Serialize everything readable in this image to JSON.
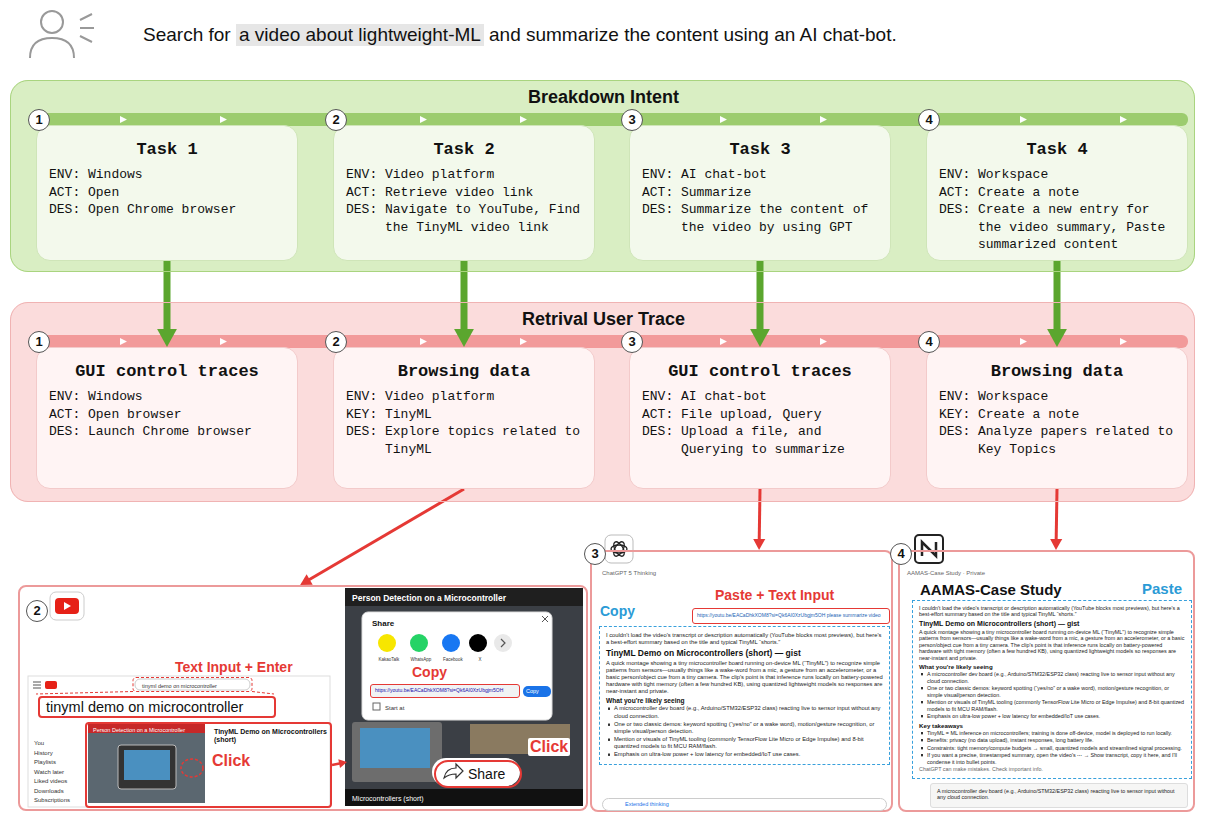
{
  "diagram": {
    "nodes": [
      {
        "text": [
          "Breakdown Intent"
        ]
      },
      {
        "text": [
          "Task 1",
          "ENV: Windows",
          "ACT: Open",
          "DES: Open Chrome browser"
        ],
        "in": 0
      },
      {
        "text": [
          "Task 2",
          "ENV: Video platform",
          "ACT: Retrieve video link",
          "DES: Navigate to YouTube, Find the TinyML video link"
        ],
        "in": 0
      },
      {
        "text": [
          "Task 3",
          "ENV: AI chat-bot",
          "ACT: Summarize",
          "DES: Summarize the content of the video by using GPT"
        ],
        "in": 0
      },
      {
        "text": [
          "Task 4",
          "ENV: Workspace",
          "ACT: Create a note",
          "DES: Create a new entry for the video summary, Paste summarized content"
        ],
        "in": 0
      },
      {
        "text": [
          "Retrival User Trace"
        ]
      },
      {
        "text": [
          "GUI control traces",
          "ENV: Windows",
          "ACT: Open browser",
          "DES: Launch Chrome browser"
        ],
        "in": 5
      },
      {
        "text": [
          "Browsing data",
          "ENV: Video platform",
          "KEY: TinyML",
          "DES: Explore topics related to TinyML"
        ],
        "in": 5
      },
      {
        "text": [
          "GUI control traces",
          "ENV: AI chat-bot",
          "ACT: File upload, Query",
          "DES: Upload a file, and Querying to summarize"
        ],
        "in": 5
      },
      {
        "text": [
          "Browsing data",
          "ENV: Workspace",
          "KEY: Create a note",
          "DES: Analyze papers related to Key Topics"
        ],
        "in": 5
      },
      {
        "text": [
          "2"
        ]
      },
      {
        "text": [
          "tinyml demo on microcontroller",
          "You",
          "History",
          "Playlists",
          "Watch later",
          "Liked videos",
          "Downloads",
          "Subscriptions"
        ],
        "in": 10
      },
      {
        "text": [
          "tinyml demo on microcontroller"
        ],
        "in": 11
      },
      {
        "text": [
          "Person Detection on a Microcontroller",
          "TinyML Demo on Microcontrollers (short)"
        ],
        "in": 11
      },
      {
        "text": [
          "Person Detection on a Microcontroller",
          "Microcontrollers (short)"
        ],
        "in": 10
      },
      {
        "text": [
          "Share",
          "KakaoTalk",
          "WhatsApp",
          "Facebook",
          "X",
          "Start at"
        ],
        "in": 14
      },
      {
        "text": [
          "https://youtu.be/EACaDhkXOM8?si=Qk6AI0XzUbgjm5OH"
        ],
        "in": 15
      },
      {
        "text": [
          "Copy"
        ],
        "in": 15
      },
      {
        "text": [
          "Share"
        ],
        "in": 14
      },
      {
        "text": [
          "3",
          "ChatGPT 5 Thinking"
        ]
      },
      {
        "text": [
          "https://youtu.be/EACaDhkXOM8?si=Qk6AI0XzUbgjm5OH please summarize video"
        ],
        "in": 19
      },
      {
        "text": [
          "I couldn't load the video's transcript or description automatically (YouTube blocks most previews), but here's a best-effort summary based on the title and typical TinyML “shorts.”",
          "TinyML Demo on Microcontrollers (short) — gist",
          "A quick montage showing a tiny microcontroller board running on-device ML (“TinyML”) to recognize simple patterns from sensors—usually things like a wake-word from a mic, a gesture from an accelerometer, or a basic person/object cue from a tiny camera. The clip's point is that inference runs locally on battery-powered hardware with tight memory (often a few hundred KB), using quantized lightweight models so responses are near-instant and private.",
          "What you're likely seeing",
          "A microcontroller dev board (e.g., Arduino/STM32/ESP32 class) reacting live to sensor input without any cloud connection.",
          "One or two classic demos: keyword spotting (“yes/no” or a wake word), motion/gesture recognition, or simple visual/person detection.",
          "Mention or visuals of TinyML tooling (commonly TensorFlow Lite Micro or Edge Impulse) and 8-bit quantized models to fit MCU RAM/flash.",
          "Emphasis on ultra-low power + low latency for embedded/IoT use cases."
        ],
        "in": 19
      },
      {
        "text": [
          "Extended thinking"
        ],
        "in": 19
      },
      {
        "text": [
          "4",
          "AAMAS-Case Study · Private",
          "AAMAS-Case Study"
        ]
      },
      {
        "text": [
          "I couldn't load the video's transcript or description automatically (YouTube blocks most previews), but here's a best-effort summary based on the title and typical TinyML “shorts.”",
          "TinyML Demo on Microcontrollers (short) — gist",
          "A quick montage showing a tiny microcontroller board running on-device ML (“TinyML”) to recognize simple patterns from sensors—usually things like a wake-word from a mic, a gesture from an accelerometer, or a basic person/object cue from a tiny camera. The clip's point is that inference runs locally on battery-powered hardware with tight memory (often a few hundred KB), using quantized lightweight models so responses are near-instant and private.",
          "What you're likely seeing",
          "A microcontroller dev board (e.g., Arduino/STM32/ESP32 class) reacting live to sensor input without any cloud connection.",
          "One or two classic demos: keyword spotting (“yes/no” or a wake word), motion/gesture recognition, or simple visual/person detection.",
          "Mention or visuals of TinyML tooling (commonly TensorFlow Lite Micro or Edge Impulse) and 8-bit quantized models to fit MCU RAM/flash.",
          "Emphasis on ultra-low power + low latency for embedded/IoT use cases.",
          "Key takeaways",
          "TinyML = ML inference on microcontrollers; training is done off-device, model is deployed to run locally.",
          "Benefits: privacy (no data upload), instant responses, long battery life.",
          "Constraints: tight memory/compute budgets → small, quantized models and streamlined signal processing.",
          "If you want a precise, timestamped summary, open the video's ⋯ → Show transcript, copy it here, and I'll condense it into bullet points.",
          "ChatGPT can make mistakes. Check important info."
        ],
        "in": 23
      },
      {
        "text": [
          "A microcontroller dev board (e.g., Arduino/STM32/ESP32 class) reacting live to sensor input without any cloud connection."
        ],
        "in": 23
      }
    ],
    "edges": [
      {
        "from": 1,
        "to": 6,
        "arrow": "to"
      },
      {
        "from": 2,
        "to": 7,
        "arrow": "to"
      },
      {
        "from": 3,
        "to": 8,
        "arrow": "to"
      },
      {
        "from": 4,
        "to": 9,
        "arrow": "to"
      },
      {
        "from": 7,
        "to": 10,
        "arrow": "to"
      },
      {
        "from": 8,
        "to": 19,
        "arrow": "to"
      },
      {
        "from": 9,
        "to": 23,
        "arrow": "to"
      },
      {
        "from": 13,
        "to": 14,
        "arrow": "to"
      }
    ],
    "labels": [
      "Search for",
      "a video about lightweight-ML",
      "and summarize the content using an AI chat-bot.",
      "1",
      "2",
      "3",
      "4",
      "1",
      "2",
      "3",
      "4",
      "Text Input + Enter",
      "Click",
      "Copy",
      "Click",
      "Paste + Text Input",
      "Copy",
      "Paste"
    ]
  }
}
